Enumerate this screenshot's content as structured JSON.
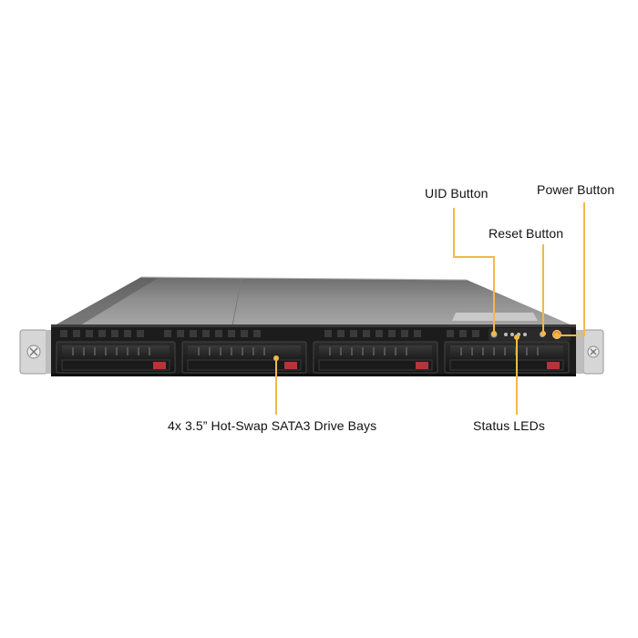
{
  "callouts": {
    "uid_button": "UID Button",
    "power_button": "Power Button",
    "reset_button": "Reset Button",
    "drive_bays": "4x 3.5” Hot-Swap SATA3 Drive Bays",
    "status_leds": "Status LEDs"
  },
  "colors": {
    "leader_line": "#f2b84b",
    "chassis_top": "#8a8a8a",
    "front_panel": "#1c1c1c",
    "drive_tab": "#b5343a",
    "power_led": "#f08c1a"
  },
  "drive_bay_count": 4
}
